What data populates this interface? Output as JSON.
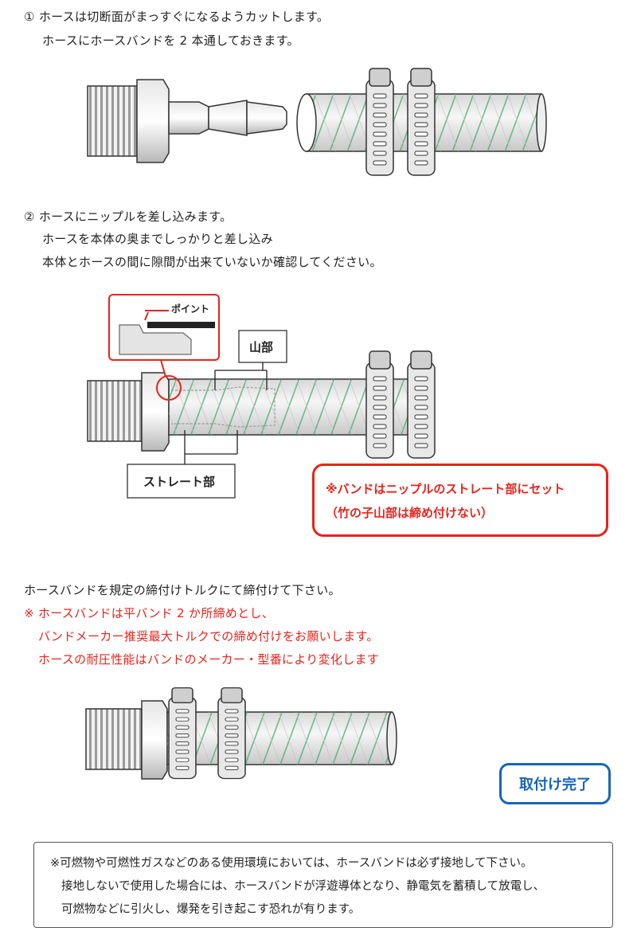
{
  "step1": {
    "lines": [
      "① ホースは切断面がまっすぐになるようカットします。",
      "ホースにホースバンドを 2 本通しておきます。"
    ]
  },
  "step2": {
    "lines": [
      "② ホースにニップルを差し込みます。",
      "ホースを本体の奥までしっかりと差し込み",
      "本体とホースの間に隙間が出来ていないか確認してください。"
    ],
    "point_label": "ポイント",
    "yamabu_label": "山部",
    "straight_label": "ストレート部",
    "warning_lines": [
      "※バンドはニップルのストレート部にセット",
      "（竹の子山部は締め付けない）"
    ]
  },
  "step3": {
    "instruction": "ホースバンドを規定の締付けトルクにて締付けて下さい。",
    "red_lines": [
      "※ ホースバンドは平バンド 2 か所締めとし、",
      "バンドメーカー推奨最大トルクでの締め付けをお願いします。",
      "ホースの耐圧性能はバンドのメーカー・型番により変化します"
    ],
    "complete_label": "取付け完了"
  },
  "note": {
    "lines": [
      "※可燃物や可燃性ガスなどのある使用環境においては、ホースバンドは必ず接地して下さい。",
      "接地しないで使用した場合には、ホースバンドが浮遊導体となり、静電気を蓄積して放電し、",
      "可燃物などに引火し、爆発を引き起こす恐れが有ります。"
    ]
  },
  "colors": {
    "red": "#e8231b",
    "blue": "#1a64b8",
    "hose_green": "#3aa56b"
  }
}
